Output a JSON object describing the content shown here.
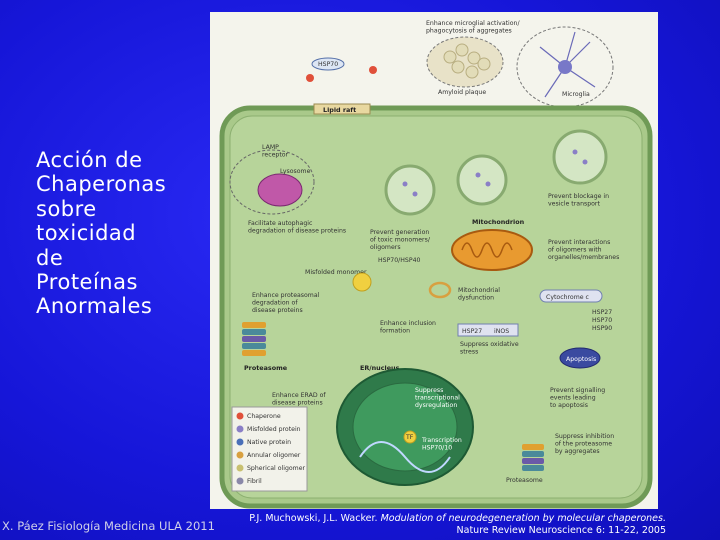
{
  "slide": {
    "title": "Acción de\nChaperonas\nsobre\ntoxicidad\nde\nProteínas\nAnormales",
    "footer_left": "X. Páez Fisiología Medicina ULA 2011",
    "credit": {
      "authors": "P.J. Muchowski,  J.L. Wacker.",
      "title_text": " Modulation of neurodegeneration by molecular chaperones.",
      "journal": "Nature Review Neuroscience 6: 11-22, 2005"
    },
    "colors": {
      "background": "#1a1ae0",
      "cell_green": "#a9c98a",
      "membrane": "#7aa560"
    }
  },
  "figure": {
    "labels": {
      "microglia_action": "Enhance microglial activation/\nphagocytosis of aggregates",
      "hsp70_top": "HSP70",
      "amyloid": "Amyloid plaque",
      "microglia": "Microglia",
      "lipid_raft": "Lipid raft",
      "lamp": "LAMP\nreceptor",
      "lysosome": "Lysosome",
      "vesicle_transport": "Prevent blockage in\nvesicle transport",
      "autophagic": "Facilitate autophagic\ndegradation of disease proteins",
      "mitochondrion": "Mitochondrion",
      "toxic_monomers": "Prevent generation\nof toxic monomers/\noligomers",
      "hsp70_40": "HSP70/HSP40",
      "misfolded_monomer": "Misfolded monomer",
      "organelle_interaction": "Prevent interactions\nof oligomers with\norganelles/membranes",
      "proteasomal": "Enhance proteasomal\ndegradation of\ndisease proteins",
      "mito_dysfunction": "Mitochondrial\ndysfunction",
      "cytochrome": "Cytochrome c",
      "inclusion": "Enhance inclusion\nformation",
      "hsp27_left": "HSP27",
      "inos": "iNOS",
      "oxidative": "Suppress oxidative\nstress",
      "hsp27": "HSP27",
      "hsp70": "HSP70",
      "hsp90": "HSP90",
      "proteasome": "Proteasome",
      "er_nucleus": "ER/nucleus",
      "apoptosis": "Apoptosis",
      "erad": "Enhance ERAD of\ndisease proteins",
      "transcriptional": "Suppress\ntranscriptional\ndysregulation",
      "signalling": "Prevent signalling\nevents leading\nto apoptosis",
      "transcription": "Transcription\nHSP70/10",
      "tf": "TF",
      "inhibition": "Suppress inhibition\nof the proteasome\nby aggregates",
      "proteasome_bottom": "Proteasome"
    },
    "legend": [
      {
        "label": "Chaperone",
        "color": "#e0503a"
      },
      {
        "label": "Misfolded protein",
        "color": "#8a7fc6"
      },
      {
        "label": "Native protein",
        "color": "#4a6fb8"
      },
      {
        "label": "Annular oligomer",
        "color": "#d8a040"
      },
      {
        "label": "Spherical oligomer",
        "color": "#c8c070"
      },
      {
        "label": "Fibril",
        "color": "#8a88a8"
      }
    ]
  }
}
